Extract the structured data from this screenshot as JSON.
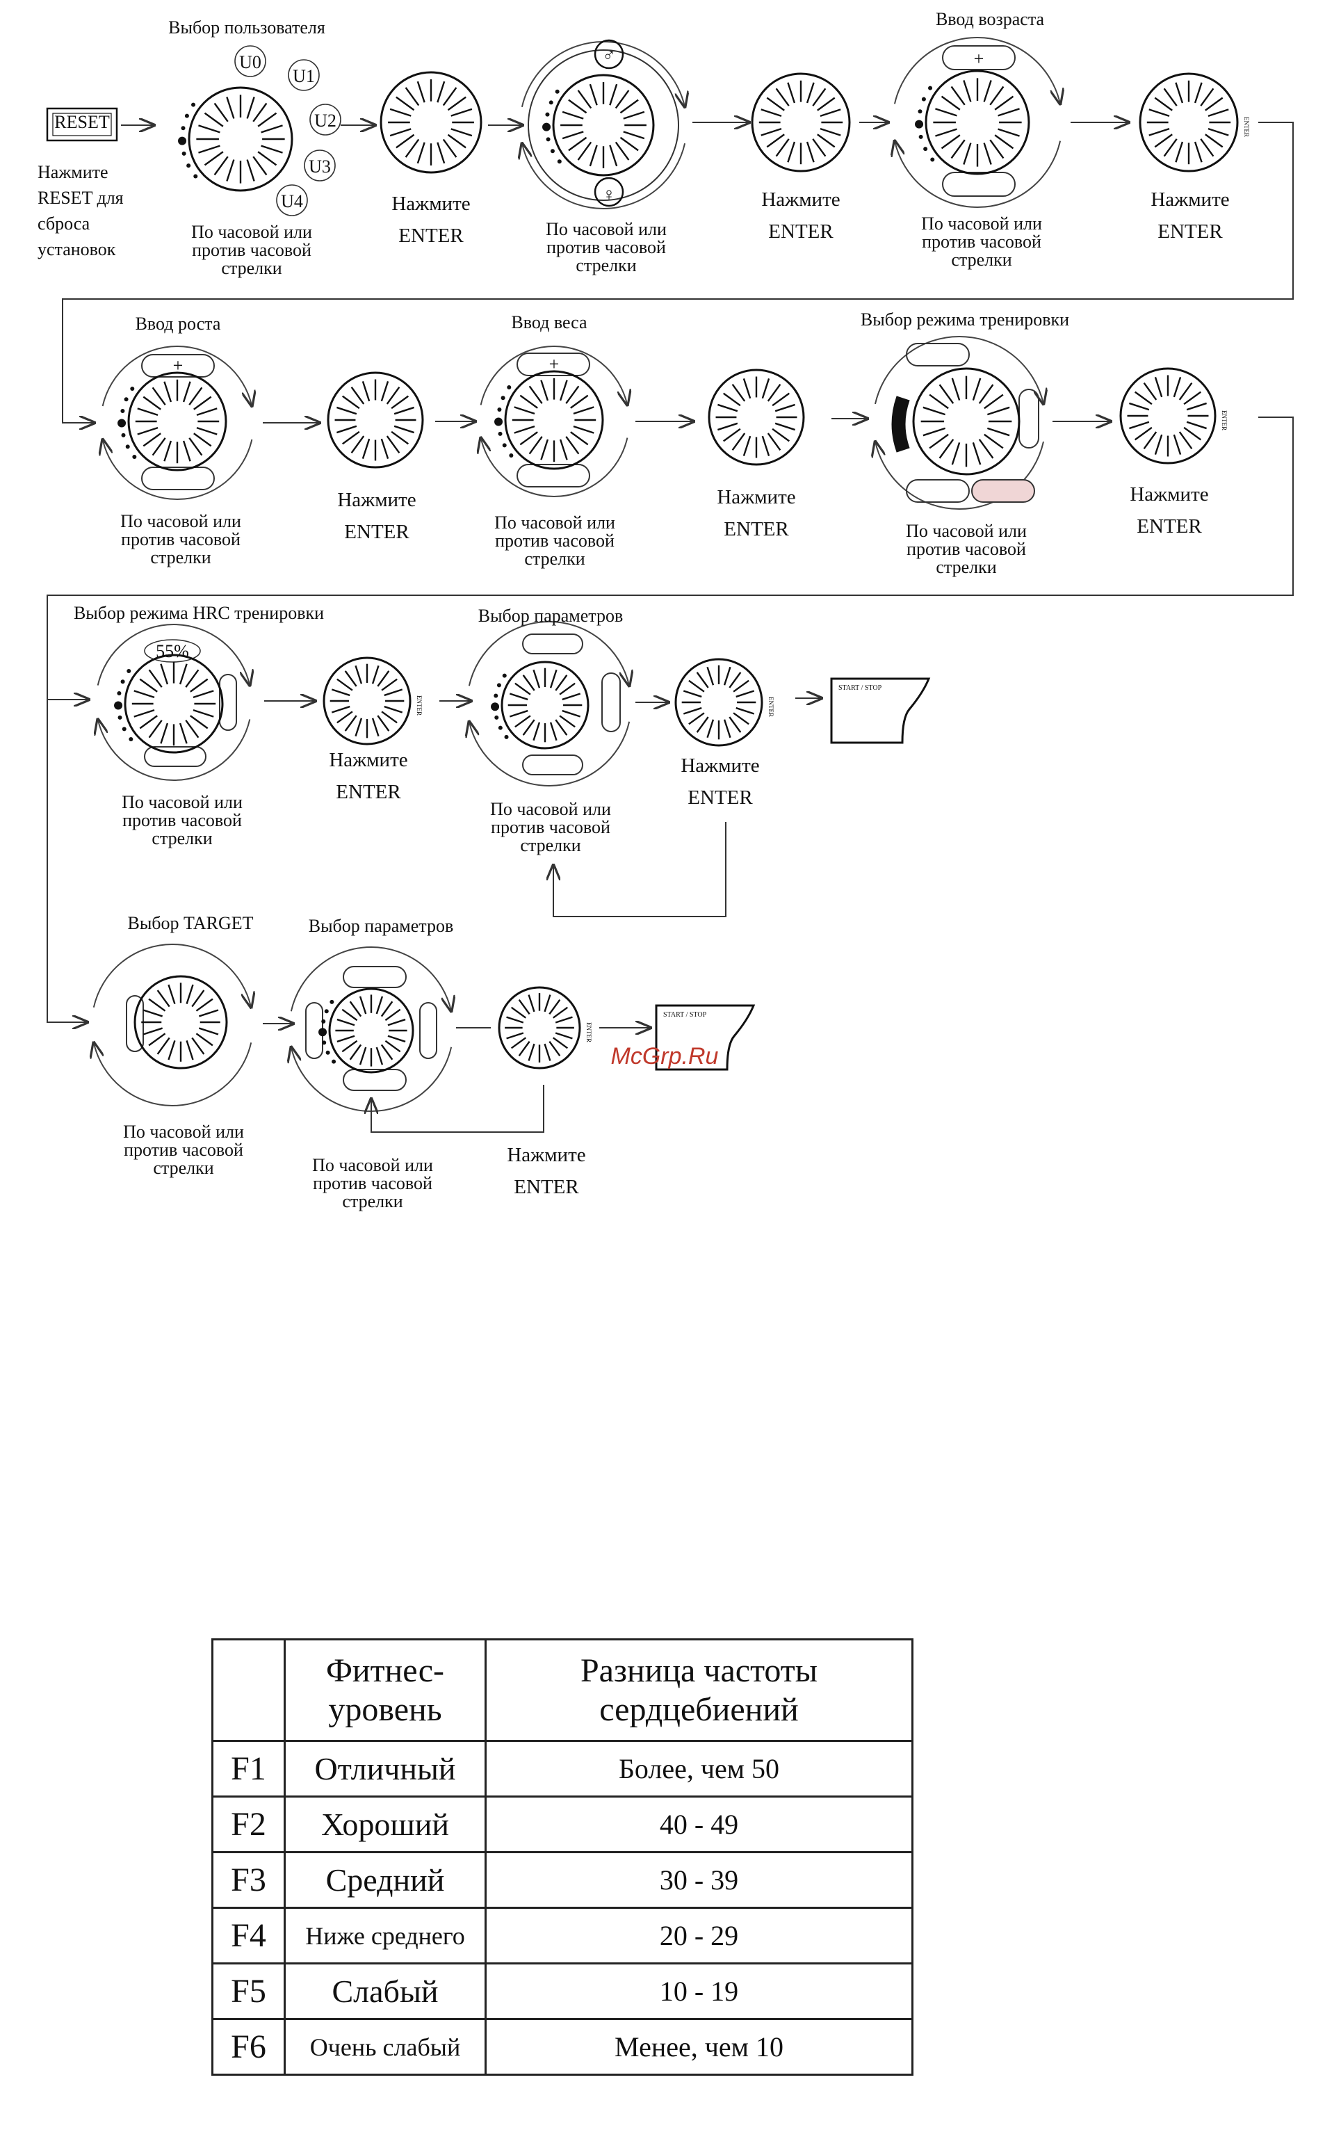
{
  "colors": {
    "ink": "#111111",
    "watermark": "#c0392b",
    "highlight": "#f0d6d6"
  },
  "row1": {
    "reset_button": "RESET",
    "reset_caption": [
      "Нажмите",
      "RESET для",
      "сброса",
      "установок"
    ],
    "user_title": "Выбор пользователя",
    "users": [
      "U0",
      "U1",
      "U2",
      "U3",
      "U4"
    ],
    "rotate_caption": [
      "По часовой или",
      "против часовой",
      "стрелки"
    ],
    "press_caption": [
      "Нажмите",
      "ENTER"
    ],
    "age_title": "Ввод возраста"
  },
  "row2": {
    "height_title": "Ввод роста",
    "weight_title": "Ввод веса",
    "mode_title": "Выбор режима тренировки"
  },
  "row3": {
    "hrc_title": "Выбор режима HRC тренировки",
    "hrc_value": "55%",
    "params_title": "Выбор параметров"
  },
  "row4": {
    "target_title": "Выбор TARGET",
    "params_title": "Выбор параметров"
  },
  "common": {
    "rotate": [
      "По часовой или",
      "против часовой",
      "стрелки"
    ],
    "press": [
      "Нажмите",
      "ENTER"
    ],
    "plus": "+",
    "start_stop": "START / STOP",
    "enter_mark": "ENTER"
  },
  "watermark": "McGrp.Ru",
  "table": {
    "header": [
      "",
      "Фитнес-\nуровень",
      "Разница частоты\nсердцебиений"
    ],
    "rows": [
      [
        "F1",
        "Отличный",
        "Более, чем 50"
      ],
      [
        "F2",
        "Хороший",
        "40 - 49"
      ],
      [
        "F3",
        "Средний",
        "30 - 39"
      ],
      [
        "F4",
        "Ниже среднего",
        "20 - 29"
      ],
      [
        "F5",
        "Слабый",
        "10 - 19"
      ],
      [
        "F6",
        "Очень слабый",
        "Менее, чем 10"
      ]
    ]
  }
}
